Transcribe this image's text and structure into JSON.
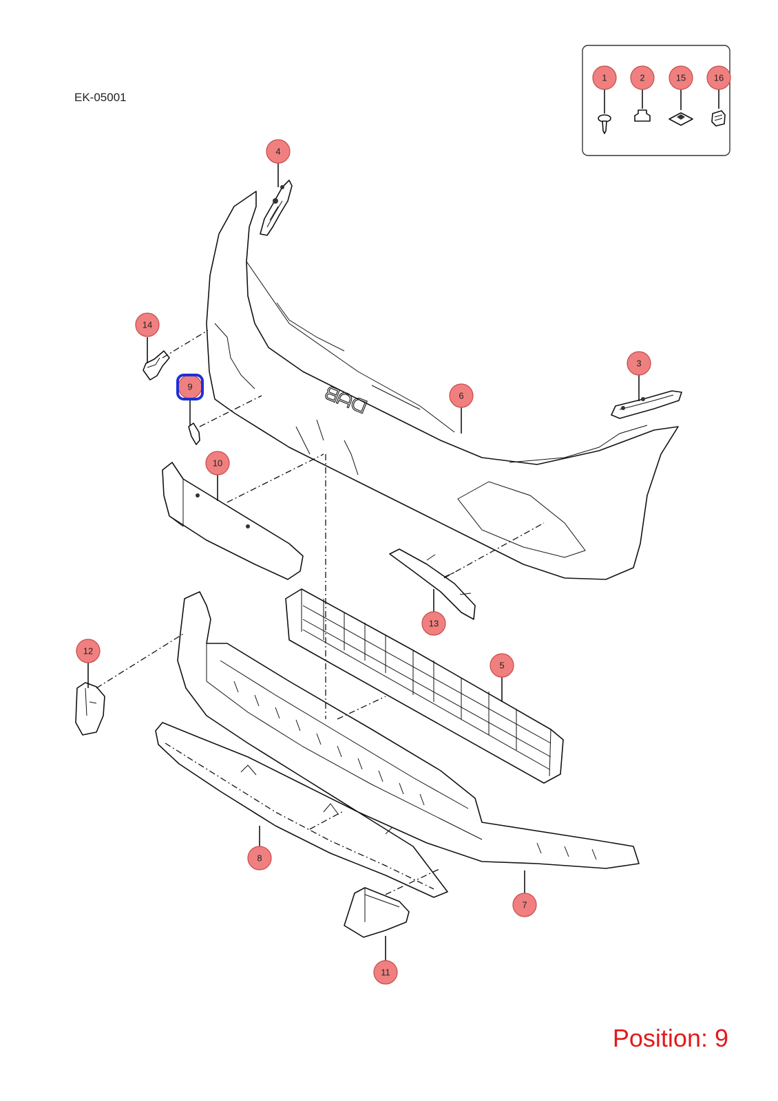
{
  "diagram_code": "EK-05001",
  "position_label": "Position: 9",
  "highlight_color": "#1f2fd6",
  "callout_color": "#f08080",
  "position_color": "#e31a1a",
  "selected_position": "9",
  "legend_callouts": [
    "1",
    "2",
    "15",
    "16"
  ],
  "callouts": [
    "4",
    "14",
    "9",
    "3",
    "6",
    "10",
    "13",
    "12",
    "5",
    "8",
    "7",
    "11"
  ]
}
